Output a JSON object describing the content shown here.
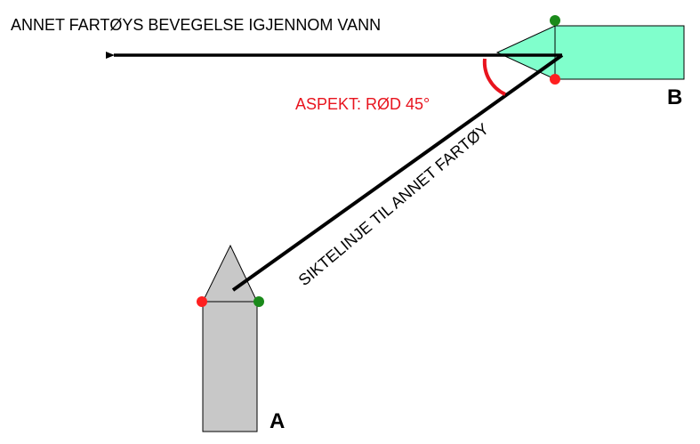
{
  "heading": "ANNET FARTØYS BEVEGELSE IGJENNOM VANN",
  "aspect_label": "ASPEKT: RØD 45°",
  "sightline_label": "SIKTELINJE TIL ANNET FARTØY",
  "vessel_a": {
    "label": "A",
    "hull_color": "#c8c8c8"
  },
  "vessel_b": {
    "label": "B",
    "hull_color": "#80ffcc"
  },
  "colors": {
    "port_light": "#ff2020",
    "starboard_light": "#1a8a1a",
    "aspect": "#e8141e",
    "line": "#000000"
  }
}
